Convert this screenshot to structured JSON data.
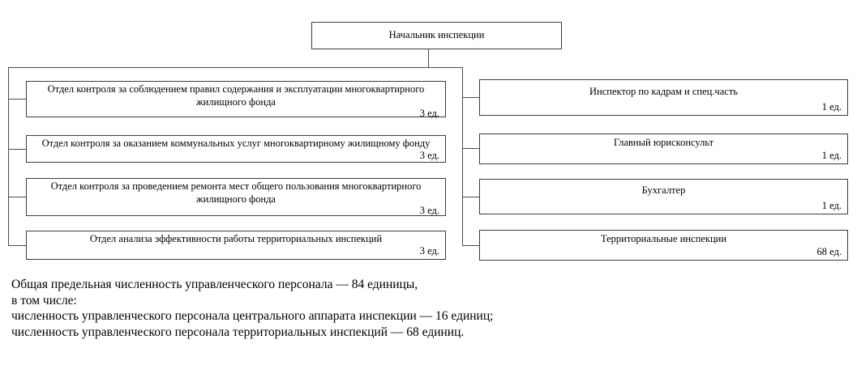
{
  "colors": {
    "background": "#ffffff",
    "box_border": "#3c3c3c",
    "connector_line": "#4a4a4a",
    "text": "#000000"
  },
  "org_chart": {
    "root": {
      "label": "Начальник инспекции"
    },
    "left_branch": [
      {
        "label": "Отдел контроля за соблюдением правил содержания и эксплуатации многоквартирного жилищного фонда",
        "count": "3 ед."
      },
      {
        "label": "Отдел контроля за оказанием коммунальных услуг многоквартирному жилищному фонду",
        "count": "3 ед."
      },
      {
        "label": "Отдел контроля за проведением ремонта мест общего пользования многоквартирного жилищного фонда",
        "count": "3 ед."
      },
      {
        "label": "Отдел анализа эффективности работы территориальных инспекций",
        "count": "3 ед."
      }
    ],
    "right_branch": [
      {
        "label": "Инспектор по кадрам и спец.часть",
        "count": "1 ед."
      },
      {
        "label": "Главный юрисконсульт",
        "count": "1 ед."
      },
      {
        "label": "Бухгалтер",
        "count": "1 ед."
      },
      {
        "label": "Территориальные инспекции",
        "count": "68 ед."
      }
    ]
  },
  "footnote": {
    "line1": "Общая предельная численность управленческого персонала — 84 единицы,",
    "line2": "в том числе:",
    "line3": "численность управленческого персонала центрального аппарата инспекции — 16 единиц;",
    "line4": "численность управленческого персонала территориальных инспекций — 68 единиц."
  }
}
